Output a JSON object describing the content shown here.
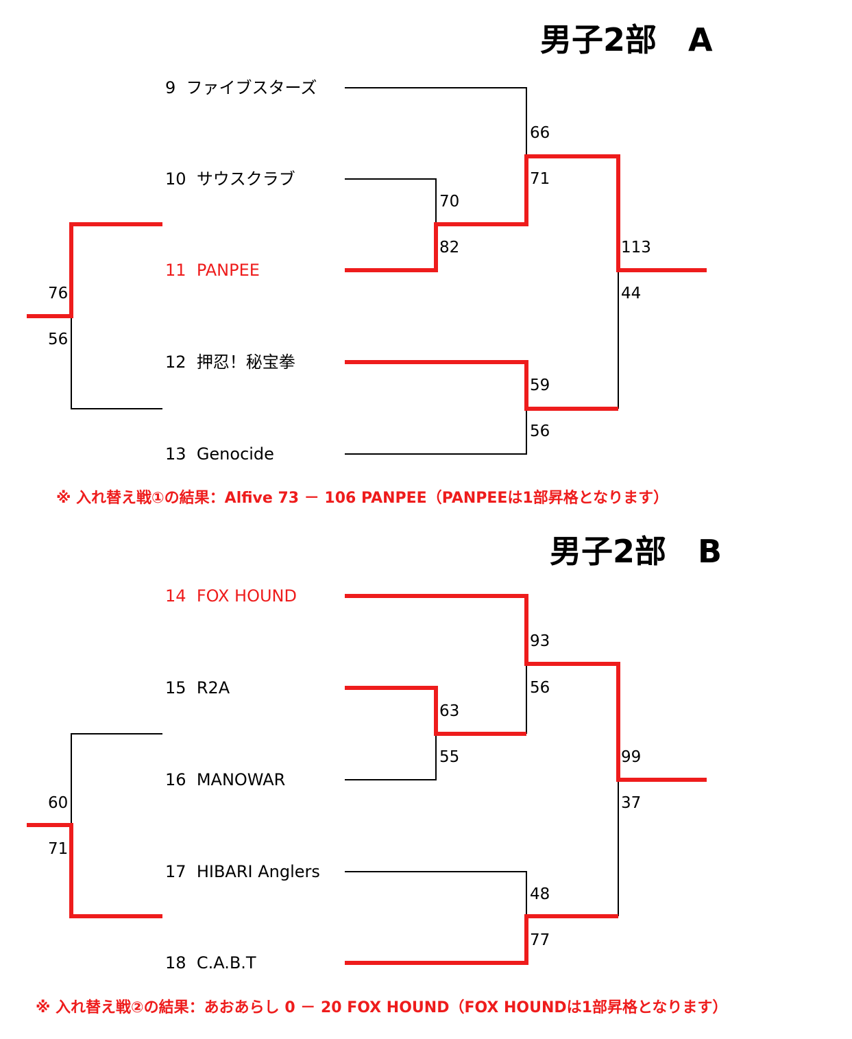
{
  "bracket_a": {
    "title": "男子2部　A",
    "teams": [
      {
        "no": "9",
        "name": "ファイブスターズ",
        "winner": false
      },
      {
        "no": "10",
        "name": "サウスクラブ",
        "winner": false
      },
      {
        "no": "11",
        "name": "PANPEE",
        "winner": true
      },
      {
        "no": "12",
        "name": "押忍！秘宝拳",
        "winner": false
      },
      {
        "no": "13",
        "name": "Genocide",
        "winner": false
      }
    ],
    "scores": {
      "m10v11_top": "70",
      "m10v11_bottom": "82",
      "m12v13_top": "59",
      "m12v13_bottom": "56",
      "m9_top": "66",
      "m9_bottom": "71",
      "final_top": "113",
      "final_bottom": "44",
      "left_top": "76",
      "left_bottom": "56"
    },
    "note": "※ 入れ替え戦①の結果：Alfive 73 － 106 PANPEE（PANPEEは1部昇格となります）"
  },
  "bracket_b": {
    "title": "男子2部　B",
    "teams": [
      {
        "no": "14",
        "name": "FOX HOUND",
        "winner": true
      },
      {
        "no": "15",
        "name": "R2A",
        "winner": false
      },
      {
        "no": "16",
        "name": "MANOWAR",
        "winner": false
      },
      {
        "no": "17",
        "name": "HIBARI Anglers",
        "winner": false
      },
      {
        "no": "18",
        "name": "C.A.B.T",
        "winner": false
      }
    ],
    "scores": {
      "m15v16_top": "63",
      "m15v16_bottom": "55",
      "m17v18_top": "48",
      "m17v18_bottom": "77",
      "m14_top": "93",
      "m14_bottom": "56",
      "final_top": "99",
      "final_bottom": "37",
      "left_top": "60",
      "left_bottom": "71"
    },
    "note": "※ 入れ替え戦②の結果：あおあらし 0 － 20 FOX HOUND（FOX HOUNDは1部昇格となります）"
  },
  "colors": {
    "winner_line": "#ee1c1c",
    "line": "#000000"
  }
}
